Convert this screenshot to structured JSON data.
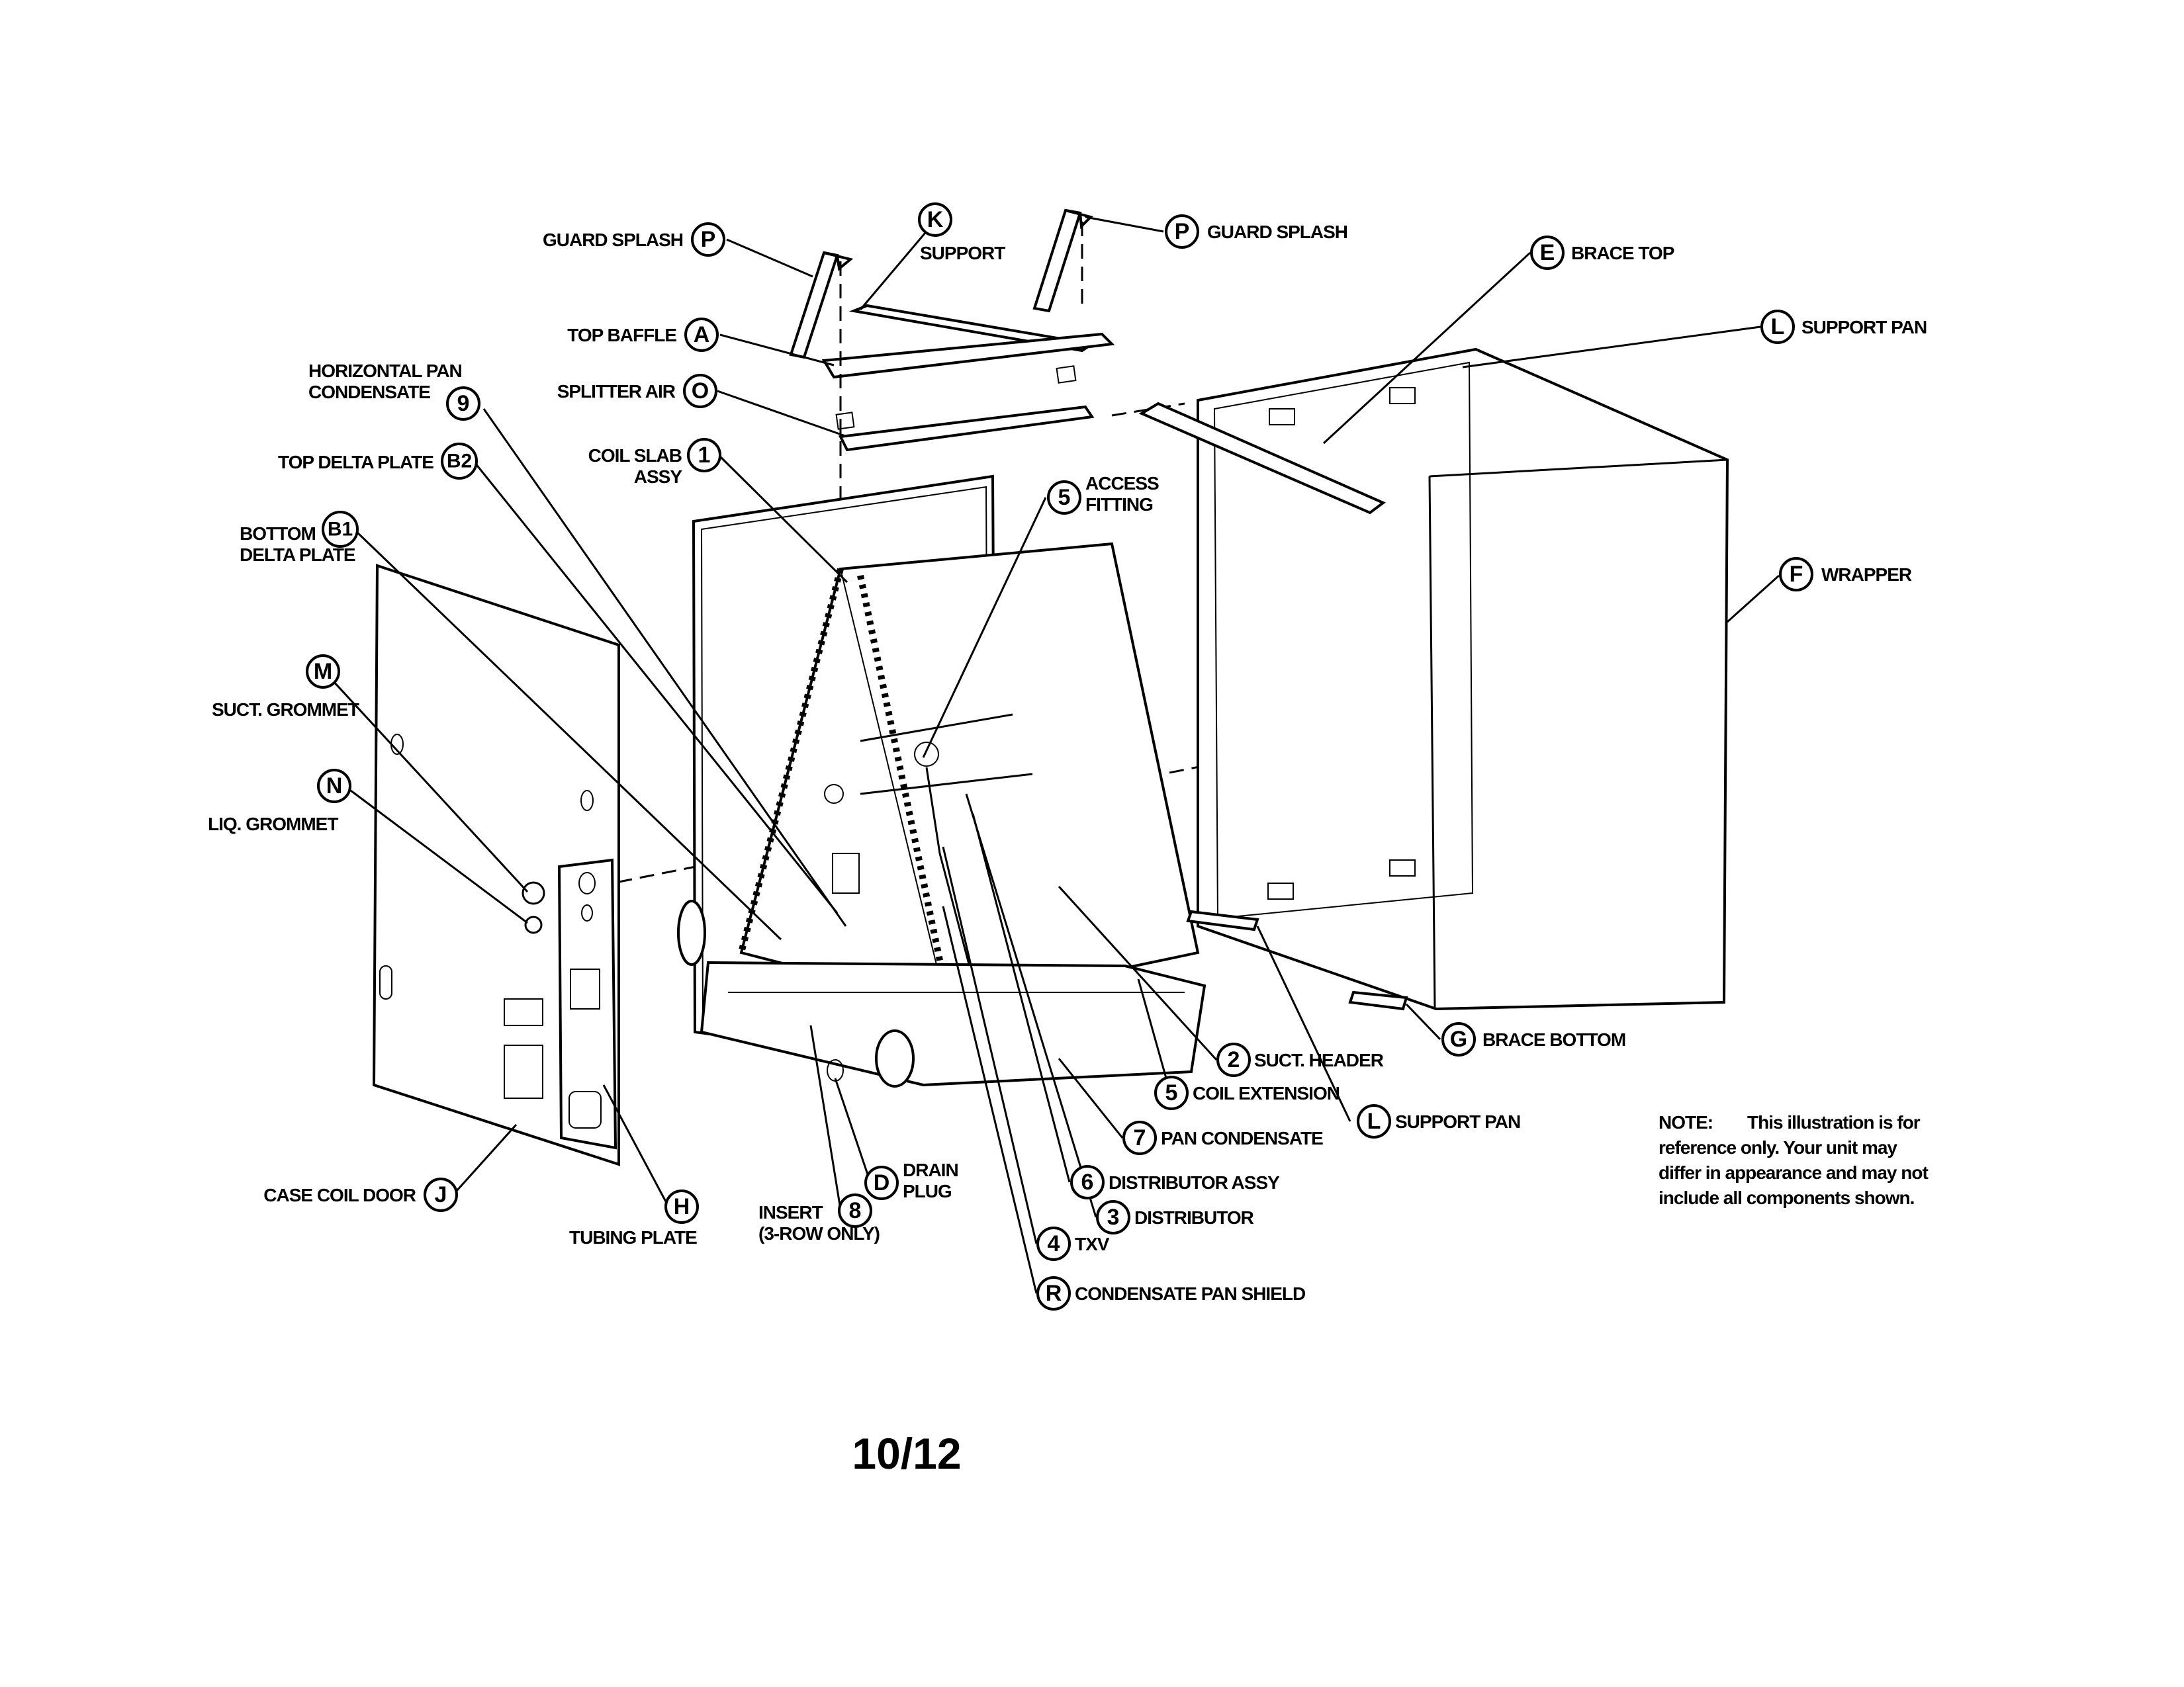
{
  "callouts": [
    {
      "id": "guard-splash-left",
      "mark": "P",
      "text": "GUARD SPLASH"
    },
    {
      "id": "support-k",
      "mark": "K",
      "text": "SUPPORT"
    },
    {
      "id": "guard-splash-right",
      "mark": "P",
      "text": "GUARD SPLASH"
    },
    {
      "id": "brace-top",
      "mark": "E",
      "text": "BRACE TOP"
    },
    {
      "id": "support-pan-top",
      "mark": "L",
      "text": "SUPPORT PAN"
    },
    {
      "id": "top-baffle",
      "mark": "A",
      "text": "TOP BAFFLE"
    },
    {
      "id": "horizontal-pan",
      "mark": "9",
      "text": "HORIZONTAL PAN\nCONDENSATE"
    },
    {
      "id": "splitter-air",
      "mark": "O",
      "text": "SPLITTER AIR"
    },
    {
      "id": "coil-slab",
      "mark": "1",
      "text": "COIL SLAB\nASSY"
    },
    {
      "id": "top-delta-plate",
      "mark": "B2",
      "text": "TOP DELTA PLATE"
    },
    {
      "id": "access-fitting",
      "mark": "5",
      "text": "ACCESS\nFITTING"
    },
    {
      "id": "bottom-delta-plate",
      "mark": "B1",
      "text": "BOTTOM\nDELTA PLATE"
    },
    {
      "id": "wrapper",
      "mark": "F",
      "text": "WRAPPER"
    },
    {
      "id": "suct-grommet",
      "mark": "M",
      "text": "SUCT. GROMMET"
    },
    {
      "id": "liq-grommet",
      "mark": "N",
      "text": "LIQ. GROMMET"
    },
    {
      "id": "brace-bottom",
      "mark": "G",
      "text": "BRACE BOTTOM"
    },
    {
      "id": "suct-header",
      "mark": "2",
      "text": "SUCT. HEADER"
    },
    {
      "id": "coil-extension",
      "mark": "5",
      "text": "COIL  EXTENSION"
    },
    {
      "id": "support-pan-bottom",
      "mark": "L",
      "text": "SUPPORT PAN"
    },
    {
      "id": "pan-condensate",
      "mark": "7",
      "text": "PAN CONDENSATE"
    },
    {
      "id": "drain-plug",
      "mark": "D",
      "text": "DRAIN\nPLUG"
    },
    {
      "id": "distributor-assy",
      "mark": "6",
      "text": "DISTRIBUTOR ASSY"
    },
    {
      "id": "case-coil-door",
      "mark": "J",
      "text": "CASE COIL DOOR"
    },
    {
      "id": "tubing-plate",
      "mark": "H",
      "text": "TUBING PLATE"
    },
    {
      "id": "insert",
      "mark": "8",
      "text": "INSERT\n(3-ROW ONLY)"
    },
    {
      "id": "distributor",
      "mark": "3",
      "text": "DISTRIBUTOR"
    },
    {
      "id": "txv",
      "mark": "4",
      "text": "TXV"
    },
    {
      "id": "condensate-pan-shield",
      "mark": "R",
      "text": "CONDENSATE PAN SHIELD"
    }
  ],
  "note": {
    "heading": "NOTE:",
    "lines": [
      "This illustration is for",
      "reference only. Your unit may",
      "differ in appearance and may not",
      "include all components shown."
    ]
  },
  "page_number": "10/12"
}
